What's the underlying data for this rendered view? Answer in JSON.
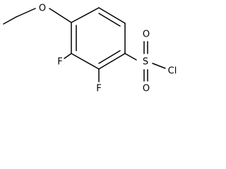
{
  "molecule": {
    "atoms": {
      "ether_oxygen": "O",
      "fluorine_3": "F",
      "fluorine_2": "F",
      "sulfur": "S",
      "sulfonyl_oxygen_top": "O",
      "sulfonyl_oxygen_bottom": "O",
      "chlorine": "Cl"
    }
  }
}
